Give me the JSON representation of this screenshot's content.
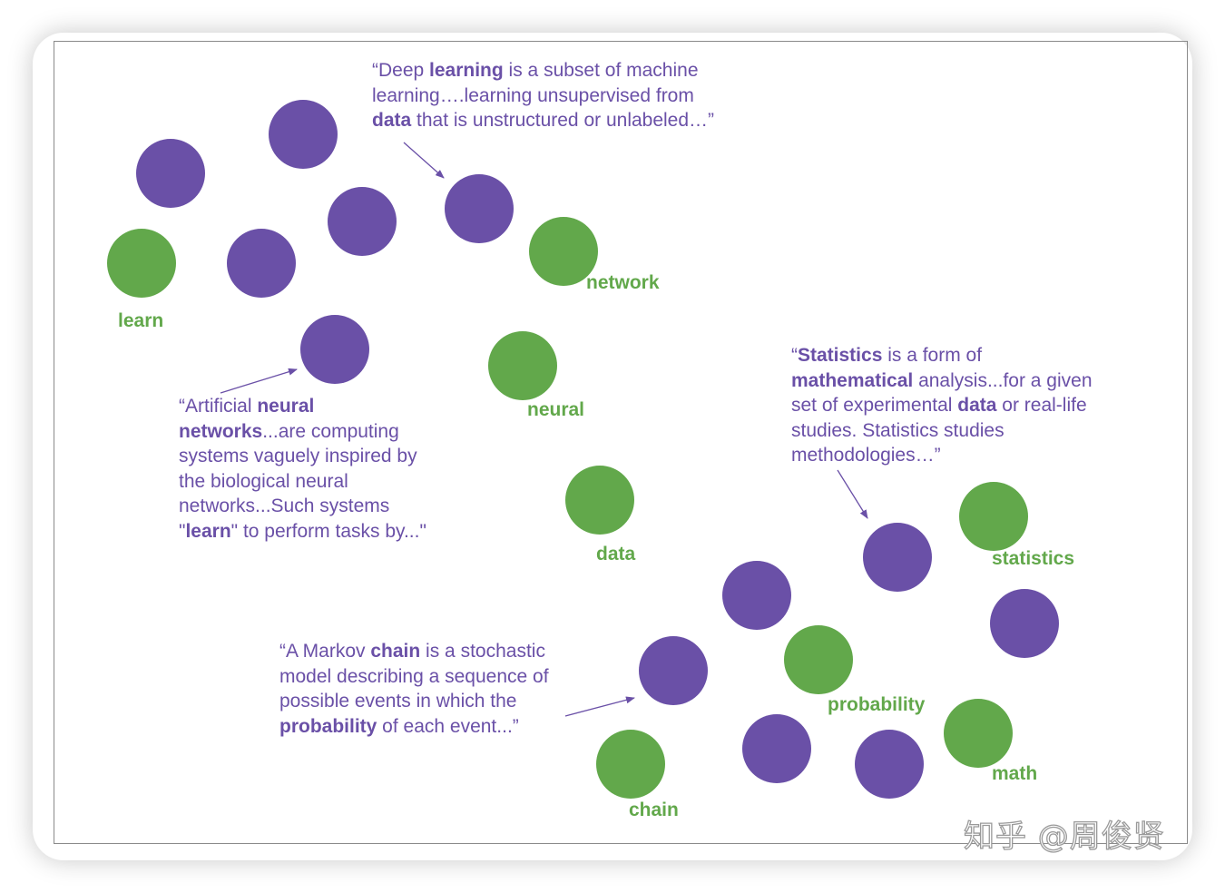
{
  "colors": {
    "concept_node": "#6a50a7",
    "keyword_node": "#62a84b",
    "quote_text": "#6a50a7",
    "keyword_text": "#62a84b"
  },
  "keywords": {
    "learn": "learn",
    "network": "network",
    "neural": "neural",
    "data": "data",
    "statistics": "statistics",
    "probability": "probability",
    "math": "math",
    "chain": "chain"
  },
  "quotes": {
    "deep_learning": [
      [
        {
          "t": "“Deep "
        },
        {
          "t": "learning",
          "b": true
        },
        {
          "t": " is a subset of machine"
        }
      ],
      [
        {
          "t": "learning….learning unsupervised from"
        }
      ],
      [
        {
          "t": "data",
          "b": true
        },
        {
          "t": " that is unstructured or unlabeled…”"
        }
      ]
    ],
    "neural_networks": [
      [
        {
          "t": "“Artificial "
        },
        {
          "t": "neural",
          "b": true
        }
      ],
      [
        {
          "t": "networks",
          "b": true
        },
        {
          "t": "...are computing"
        }
      ],
      [
        {
          "t": "systems vaguely inspired by"
        }
      ],
      [
        {
          "t": "the biological neural"
        }
      ],
      [
        {
          "t": "networks...Such systems"
        }
      ],
      [
        {
          "t": "\""
        },
        {
          "t": "learn",
          "b": true
        },
        {
          "t": "\" to perform tasks by...\""
        }
      ]
    ],
    "statistics": [
      [
        {
          "t": "“"
        },
        {
          "t": "Statistics",
          "b": true
        },
        {
          "t": " is a form of"
        }
      ],
      [
        {
          "t": "mathematical",
          "b": true
        },
        {
          "t": " analysis...for a given"
        }
      ],
      [
        {
          "t": "set of experimental "
        },
        {
          "t": "data",
          "b": true
        },
        {
          "t": " or real-life"
        }
      ],
      [
        {
          "t": "studies. Statistics studies"
        }
      ],
      [
        {
          "t": "methodologies…”"
        }
      ]
    ],
    "markov_chain": [
      [
        {
          "t": "“A Markov "
        },
        {
          "t": "chain",
          "b": true
        },
        {
          "t": " is a stochastic"
        }
      ],
      [
        {
          "t": "model describing a sequence of"
        }
      ],
      [
        {
          "t": "possible events in which the"
        }
      ],
      [
        {
          "t": "probability",
          "b": true
        },
        {
          "t": " of each event...”"
        }
      ]
    ]
  },
  "watermark": "知乎 @周俊贤"
}
